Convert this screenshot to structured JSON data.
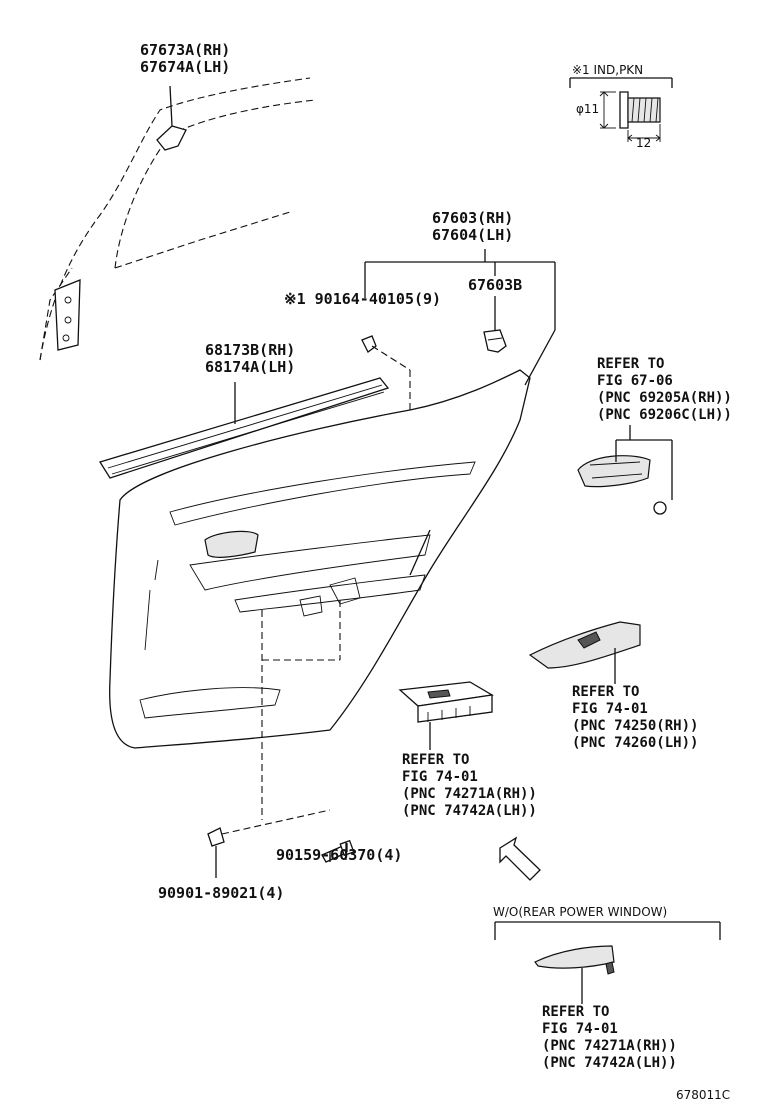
{
  "labels": {
    "p67673": [
      "67673A(RH)",
      "67674A(LH)"
    ],
    "p67603": [
      "67603(RH)",
      "67604(LH)"
    ],
    "p67603b": "67603B",
    "p90164": "※1 90164-40105(9)",
    "p68173": [
      "68173B(RH)",
      "68174A(LH)"
    ],
    "ref6706": [
      "REFER TO",
      "FIG 67-06",
      "(PNC 69205A(RH))",
      "(PNC 69206C(LH))"
    ],
    "ref7401a": [
      "REFER TO",
      "FIG 74-01",
      "(PNC 74250(RH))",
      "(PNC 74260(LH))"
    ],
    "ref7401b": [
      "REFER TO",
      "FIG 74-01",
      "(PNC 74271A(RH))",
      "(PNC 74742A(LH))"
    ],
    "ref7401c": [
      "REFER TO",
      "FIG 74-01",
      "(PNC 74271A(RH))",
      "(PNC 74742A(LH))"
    ],
    "p90159": "90159-60370(4)",
    "p90901": "90901-89021(4)",
    "wo_label": "W/O(REAR POWER WINDOW)",
    "ind_pkn": "※1 IND,PKN",
    "dim_phi": "φ11",
    "dim_len": "12",
    "fig_code": "678011C"
  }
}
